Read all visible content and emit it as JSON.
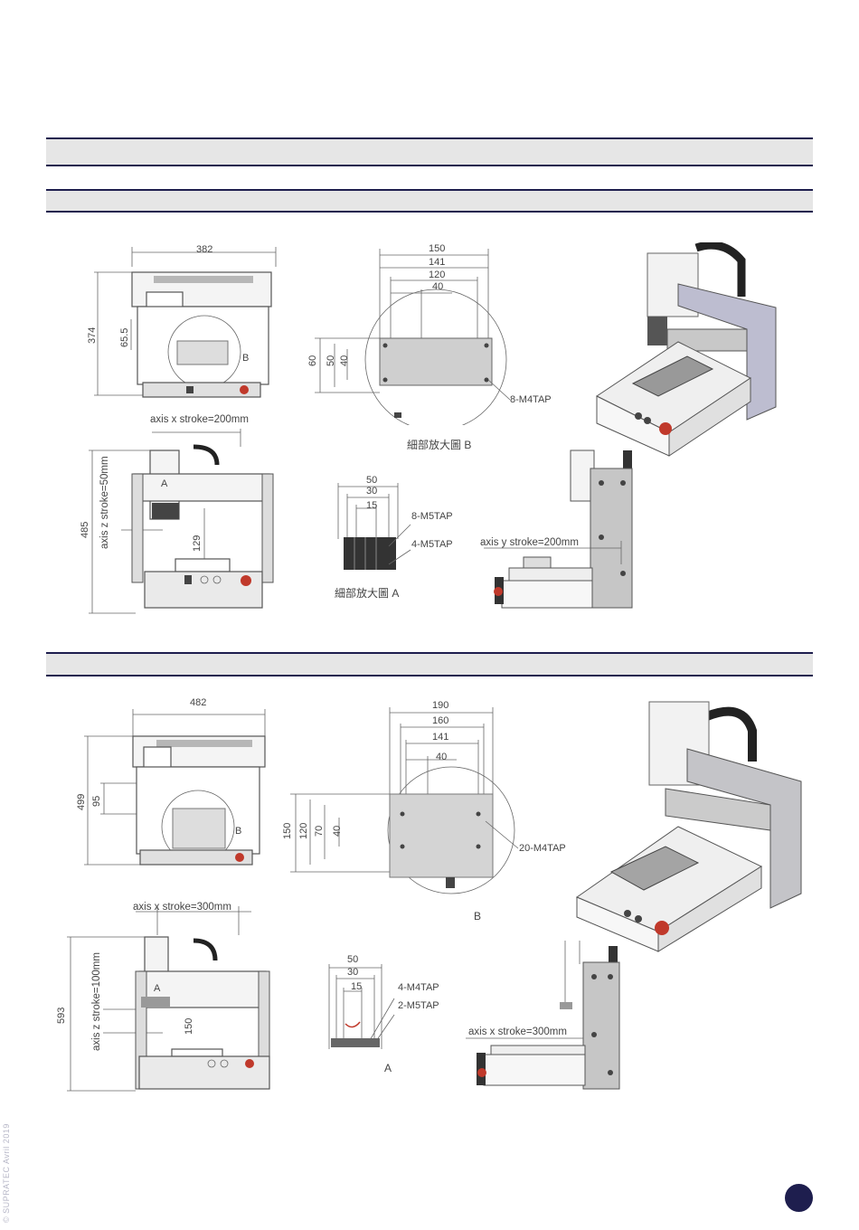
{
  "section1": {
    "top_view": {
      "width": "382",
      "height": "374",
      "offset": "65.5",
      "detail_ref": "B"
    },
    "detail_b": {
      "dims_h": [
        "150",
        "141",
        "120",
        "40"
      ],
      "dims_v": [
        "60",
        "50",
        "40"
      ],
      "tap": "8-M4TAP",
      "caption": "細部放大圖 B"
    },
    "front_view": {
      "x_stroke": "axis x stroke=200mm",
      "z_stroke": "axis z stroke=50mm",
      "height": "485",
      "clearance": "129",
      "detail_ref": "A"
    },
    "detail_a": {
      "dims": [
        "50",
        "30",
        "15"
      ],
      "tap1": "8-M5TAP",
      "tap2": "4-M5TAP",
      "caption": "細部放大圖 A"
    },
    "side_view": {
      "y_stroke": "axis y stroke=200mm"
    }
  },
  "section2": {
    "top_view": {
      "width": "482",
      "height": "499",
      "offset": "95",
      "detail_ref": "B"
    },
    "detail_b": {
      "dims_h": [
        "190",
        "160",
        "141",
        "40"
      ],
      "dims_v": [
        "150",
        "120",
        "70",
        "40"
      ],
      "tap": "20-M4TAP",
      "caption": "B"
    },
    "front_view": {
      "x_stroke": "axis x stroke=300mm",
      "z_stroke": "axis z stroke=100mm",
      "height": "593",
      "clearance": "150",
      "detail_ref": "A"
    },
    "detail_a": {
      "dims": [
        "50",
        "30",
        "15"
      ],
      "tap1": "4-M4TAP",
      "tap2": "2-M5TAP",
      "caption": "A"
    },
    "side_view": {
      "x_stroke": "axis x stroke=300mm"
    }
  },
  "footer": {
    "copyright": "© SUPRATEC Avril 2019"
  },
  "colors": {
    "band": "#e6e6e6",
    "rule": "#1e1e4e"
  }
}
